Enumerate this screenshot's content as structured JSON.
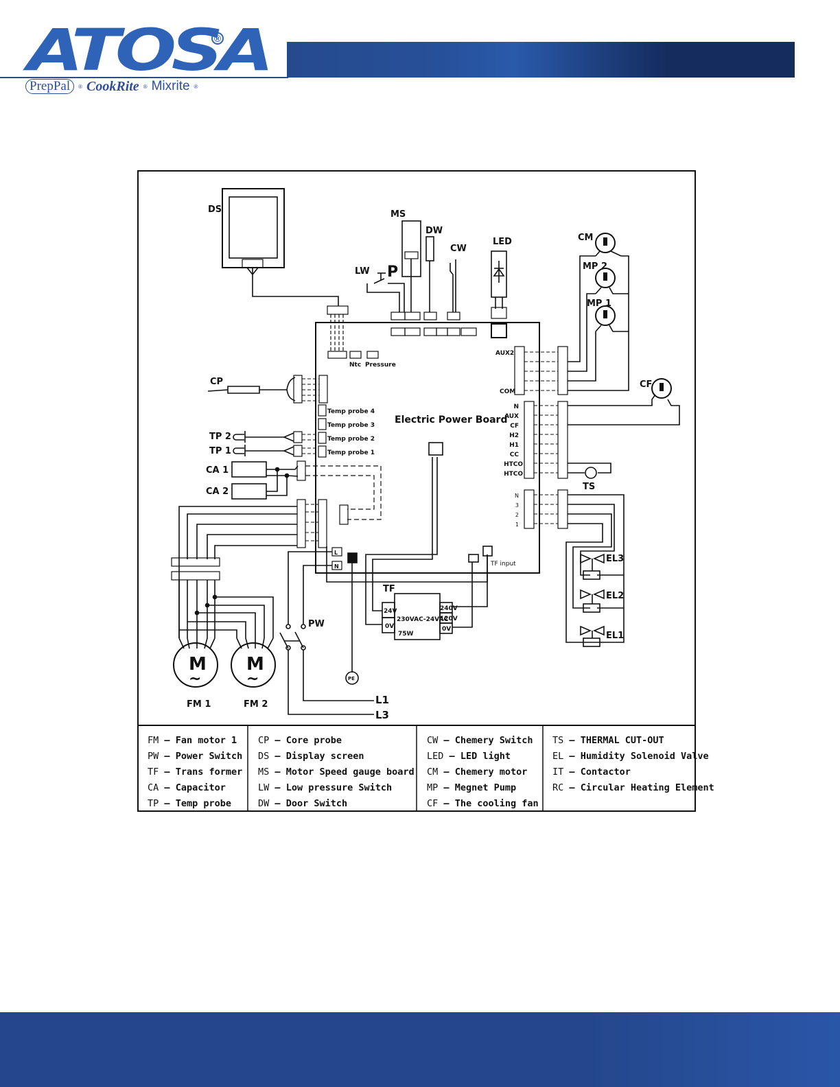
{
  "brand": {
    "name": "ATOSA",
    "registered_mark": "®",
    "sub_brands": [
      "PrepPal",
      "CookRite",
      "Mixrite"
    ],
    "primary_color": "#2f63b8",
    "header_bar_color": "#24468a",
    "footer_bar_color": "#24468a"
  },
  "diagram": {
    "board_title": "Electric Power Board",
    "components": {
      "ds": "DS",
      "ms": "MS",
      "dw": "DW",
      "cw": "CW",
      "led": "LED",
      "lw": "LW",
      "lw_p": "P",
      "cm": "CM",
      "mp2": "MP 2",
      "mp1": "MP 1",
      "cf": "CF",
      "cp": "CP",
      "tp2": "TP 2",
      "tp1": "TP 1",
      "ca1": "CA 1",
      "ca2": "CA 2",
      "ts": "TS",
      "el3": "EL3",
      "el2": "EL2",
      "el1": "EL1",
      "tf": "TF",
      "pw": "PW",
      "fm1": "FM 1",
      "fm2": "FM 2",
      "l1": "L1",
      "l3": "L3",
      "pe": "PE",
      "motor_m": "M",
      "motor_tilde": "~"
    },
    "board_labels": {
      "ntc": "Ntc",
      "pressure": "Pressure",
      "temp_probes": [
        "Temp probe 4",
        "Temp probe 3",
        "Temp probe 2",
        "Temp probe 1"
      ],
      "aux2": "AUX2",
      "com": "COM",
      "terminal_block": [
        "N",
        "AUX",
        "CF",
        "H2",
        "H1",
        "CC",
        "HTCO",
        "HTCO"
      ],
      "el_terminals": [
        "N",
        "3",
        "2",
        "1"
      ],
      "tf_input": "TF input",
      "l_term": "L",
      "n_term": "N",
      "pe_term": "PE"
    },
    "transformer": {
      "left_taps": [
        "24V",
        "0V"
      ],
      "body_lines": [
        "230VAC-24VAC",
        "75W"
      ],
      "right_taps": [
        "240V",
        "120V",
        "0V"
      ]
    }
  },
  "legend": {
    "columns": [
      [
        {
          "code": "FM",
          "desc": "Fan motor 1"
        },
        {
          "code": "PW",
          "desc": "Power Switch"
        },
        {
          "code": "TF",
          "desc": "Trans former"
        },
        {
          "code": "CA",
          "desc": "Capacitor"
        },
        {
          "code": "TP",
          "desc": "Temp probe"
        }
      ],
      [
        {
          "code": "CP",
          "desc": "Core probe"
        },
        {
          "code": "DS",
          "desc": "Display screen"
        },
        {
          "code": "MS",
          "desc": "Motor Speed  gauge board"
        },
        {
          "code": "LW",
          "desc": "Low pressure Switch"
        },
        {
          "code": "DW",
          "desc": "Door Switch"
        }
      ],
      [
        {
          "code": "CW",
          "desc": "Chemery Switch"
        },
        {
          "code": "LED",
          "desc": "LED light"
        },
        {
          "code": "CM",
          "desc": "Chemery motor"
        },
        {
          "code": "MP",
          "desc": "Megnet Pump"
        },
        {
          "code": "CF",
          "desc": "The cooling fan"
        }
      ],
      [
        {
          "code": "TS",
          "desc": "THERMAL  CUT-OUT"
        },
        {
          "code": "EL",
          "desc": "Humidity Solenoid Valve"
        },
        {
          "code": "IT",
          "desc": "Contactor"
        },
        {
          "code": "RC",
          "desc": "Circular Heating Element"
        }
      ]
    ],
    "dash": "—"
  }
}
